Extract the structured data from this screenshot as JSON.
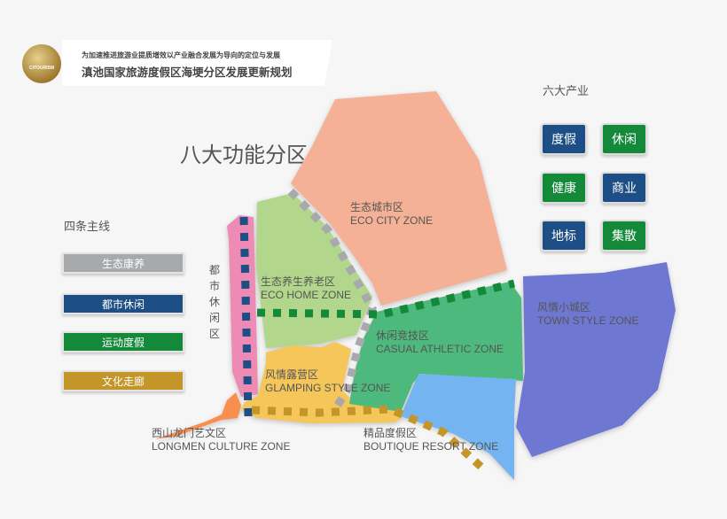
{
  "header": {
    "subtitle": "为加速推进旅游业提质增效以产业融合发展为导向的定位与发展",
    "title": "滇池国家旅游度假区海埂分区发展更新规划",
    "logo_text": "CITOURISM"
  },
  "map_title": "八大功能分区",
  "main_lines": {
    "title": "四条主线",
    "items": [
      {
        "label": "生态康养",
        "color": "#a7a9ab"
      },
      {
        "label": "都市休闲",
        "color": "#1d4f86"
      },
      {
        "label": "运动度假",
        "color": "#14893a"
      },
      {
        "label": "文化走廊",
        "color": "#c4962a"
      }
    ]
  },
  "industries": {
    "title": "六大产业",
    "items": [
      {
        "label": "度假",
        "color": "#1d4f86"
      },
      {
        "label": "休闲",
        "color": "#14893a"
      },
      {
        "label": "健康",
        "color": "#14893a"
      },
      {
        "label": "商业",
        "color": "#1d4f86"
      },
      {
        "label": "地标",
        "color": "#1d4f86"
      },
      {
        "label": "集散",
        "color": "#14893a"
      }
    ]
  },
  "zones": [
    {
      "cn": "生态城市区",
      "en": "ECO CITY ZONE",
      "color": "#f4b195"
    },
    {
      "cn": "生态养生养老区",
      "en": "ECO HOME ZONE",
      "color": "#b2d68b"
    },
    {
      "cn": "都市休闲区",
      "en": "",
      "color": "#ee8bb4"
    },
    {
      "cn": "休闲竞技区",
      "en": "CASUAL ATHLETIC ZONE",
      "color": "#4db97c"
    },
    {
      "cn": "风情小城区",
      "en": "TOWN STYLE ZONE",
      "color": "#6e78d3"
    },
    {
      "cn": "风情露营区",
      "en": "GLAMPING STYLE ZONE",
      "color": "#f5c65a"
    },
    {
      "cn": "精品度假区",
      "en": "BOUTIQUE RESORT ZONE",
      "color": "#74b5f1"
    },
    {
      "cn": "西山龙门艺文区",
      "en": "LONGMEN CULTURE ZONE",
      "color": "#f98e4f"
    }
  ]
}
